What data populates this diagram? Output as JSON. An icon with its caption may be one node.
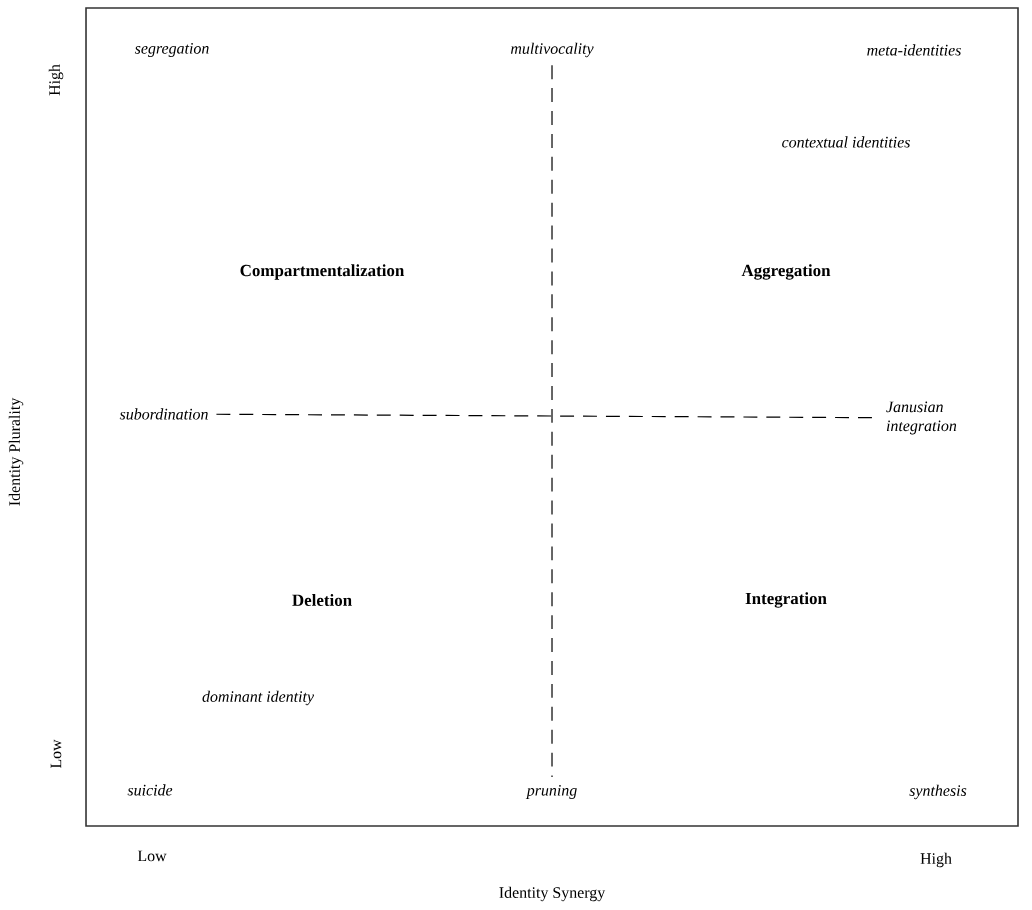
{
  "diagram": {
    "nodes": [
      {
        "text": [
          "multivocality"
        ]
      },
      {
        "text": [
          "subordination"
        ]
      },
      {
        "text": [
          "Janusian integration"
        ]
      },
      {
        "text": [
          "pruning"
        ]
      }
    ],
    "edges": [
      {
        "from": 0,
        "to": 3,
        "arrow": "none",
        "style": "dashed"
      },
      {
        "from": 1,
        "to": 2,
        "arrow": "none",
        "style": "dashed"
      }
    ],
    "labels": [
      "High",
      "segregation",
      "meta-identities",
      "contextual identities",
      "Compartmentalization",
      "Aggregation",
      "Identity Plurality",
      "Deletion",
      "Integration",
      "dominant identity",
      "Low",
      "suicide",
      "synthesis",
      "Low",
      "High",
      "Identity Synergy"
    ]
  }
}
